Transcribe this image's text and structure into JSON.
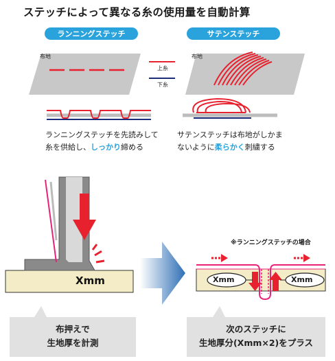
{
  "title": "ステッチによって異なる糸の使用量を自動計算",
  "running": {
    "label": "ランニングステッチ",
    "fabric": "布地",
    "desc_line1": "ランニングステッチを先読みして",
    "desc_line2_pre": "糸を供給し、",
    "desc_line2_hl": "しっかり",
    "desc_line2_post": "締める"
  },
  "satin": {
    "label": "サテンステッチ",
    "fabric": "布地",
    "desc_line1": "サテンステッチは布地がしかま",
    "desc_line2_pre": "ないように",
    "desc_line2_hl": "柔らかく",
    "desc_line2_post": "刺繍する"
  },
  "legend": {
    "upper": "上糸",
    "lower": "下糸"
  },
  "measure": {
    "xmm": "Xmm"
  },
  "add": {
    "note": "※ランニングステッチの場合",
    "xmm_left": "Xmm",
    "xmm_right": "Xmm"
  },
  "bubbles": {
    "left_line1": "布押えで",
    "left_line2": "生地厚を計測",
    "right_line1": "次のステッチに",
    "right_line2": "生地厚分(Xmm×2)をプラス"
  },
  "colors": {
    "upper_thread": "#e8212f",
    "lower_thread": "#1a2b7a",
    "accent": "#2aa3dd",
    "fabric": "#f3ecc6",
    "gray": "#bdbdbd"
  }
}
